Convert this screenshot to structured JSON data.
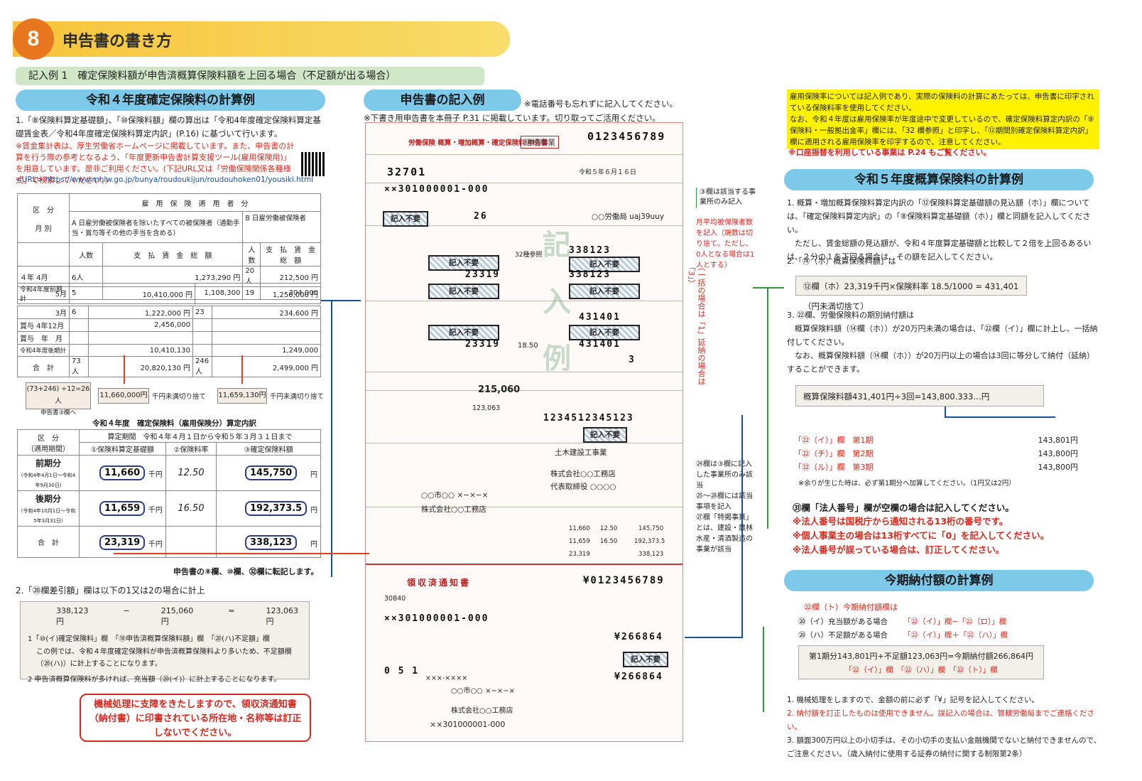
{
  "header": {
    "number": "8",
    "title": "申告書の書き方"
  },
  "example_bar": "記入例 1　確定保険料額が申告済概算保険料額を上回る場合（不足額が出る場合）",
  "left": {
    "section_title": "令和４年度確定保険料の計算例",
    "item1": "1.「⑧保険料算定基礎額」、「⑩保険料額」欄の算出は「令和4年度確定保険料算定基礎賃金表／令和4年度確定保険料算定内訳」(P.16) に基づいて行います。",
    "item1_note": "※賃金集計表は、厚生労働省ホームページに掲載しています。また、申告書の計算を行う際の参考となるよう、「年度更新申告書計算支援ツール(雇用保険用)」を用意しています。是非ご利用ください。(下記URL又は「労働保険関係各種様式」で検索してください。)",
    "url": "<URL> https://www.mhlw.go.jp/bunya/roudoukijun/roudouhoken01/yousiki.html",
    "table1": {
      "header_kubun": "区　分",
      "header_group": "雇　用　保　険　適　用　者　分",
      "col_a": "A 日雇労働被保険者を除いたすべての被保険者（通勤手当・賞与等その他の手当を含める）",
      "col_b": "B 日雇労働被保険者",
      "month_label": "月 別",
      "ninzu": "人数",
      "payment_total": "支　払　賃　金　総　額",
      "rows": [
        {
          "label": "４年 4月",
          "a_n": "6人",
          "a_amt": "1,273,290 円",
          "b_n": "20人",
          "b_amt": "212,500 円"
        },
        {
          "label": "5月",
          "a_n": "5",
          "a_amt": "1,108,300",
          "b_n": "19",
          "b_amt": "204,000"
        }
      ],
      "first_half": {
        "label": "令和4年度前期計",
        "a": "10,410,000 円",
        "b": "1,250,000 円"
      },
      "rows2": [
        {
          "label": "3月",
          "a_n": "6",
          "a_amt": "1,222,000 円",
          "b_n": "23",
          "b_amt": "234,600 円"
        },
        {
          "label": "賞与 4年12月",
          "a_n": "",
          "a_amt": "2,456,000",
          "b_n": "",
          "b_amt": ""
        },
        {
          "label": "賞与　年　月",
          "a_n": "",
          "a_amt": "",
          "b_n": "",
          "b_amt": ""
        },
        {
          "label": "令和4年度後期計",
          "a_n": "",
          "a_amt": "10,410,130",
          "b_n": "",
          "b_amt": "1,249,000"
        },
        {
          "label": "合　計",
          "a_n": "73人",
          "a_amt": "20,820,130 円",
          "b_n": "246人",
          "b_amt": "2,499,000 円"
        }
      ]
    },
    "calc_people": "(73+246) ÷12=26人",
    "calc_people_sub": "申告書③欄へ",
    "calc_a": "11,660,000円",
    "calc_a_note": "千円未満切り捨て",
    "calc_b": "11,659,130円",
    "calc_b_note": "千円未満切り捨て",
    "table2": {
      "title": "令和４年度　確定保険料（雇用保険分）算定内訳",
      "h_kubun": "区　分\n（適用期間）",
      "h_period": "算定期間　令和４年４月１日から令和５年３月３１日まで",
      "h1": "①保険料算定基礎額",
      "h2": "②保険料率",
      "h3": "③確定保険料額",
      "rows": [
        {
          "label": "前期分",
          "sub": "(令和4年4月1日〜令和4年9月30日)",
          "base": "11,660",
          "unit": "千円",
          "rate": "12.50",
          "amt": "145,750",
          "unit2": "円"
        },
        {
          "label": "後期分",
          "sub": "(令和4年10月1日〜令和5年3月31日)",
          "base": "11,659",
          "unit": "千円",
          "rate": "16.50",
          "amt": "192,373.5",
          "unit2": "円"
        },
        {
          "label": "合　計",
          "sub": "",
          "base": "23,319",
          "unit": "千円",
          "rate": "",
          "amt": "338,123",
          "unit2": "円"
        }
      ]
    },
    "transfer_note": "申告書の⑧欄、⑩欄、㉜欄に転記します。",
    "item2": "2.「⑳欄差引額」欄は以下の1又は2の場合に計上",
    "calc2": {
      "a": "338,123円",
      "minus": "−",
      "b": "215,060円",
      "eq": "=",
      "c": "123,063円"
    },
    "calc2_l1": "1「⑩(イ)確定保険料」欄　「⑱申告済概算保険料額」欄　「⑳(ハ)不足額」欄",
    "calc2_l2": "この例では、令和４年度確定保険料が申告済概算保険料より多いため、不足額欄（⑳(ハ)）に計上することになります。",
    "calc2_l3": "2 申告済概算保険料が多ければ、充当額（⑳(イ)）に計上することになります。",
    "warning": "機械処理に支障をきたしますので、領収済通知書（納付書）に印書されている所在地・名称等は訂正しないでください。"
  },
  "center": {
    "section_title": "申告書の記入例",
    "note1": "※電話番号も忘れずに記入してください。",
    "note2": "※下書き用申告書を本冊子 P.31 に掲載しています。切り取ってご活用ください。",
    "form": {
      "top_title": "労働保険 概算・増加概算・確定保険料 申告書",
      "continuing": "継続事業",
      "number": "0123456789",
      "code": "32701",
      "insurance_no": "××301000001-000",
      "date": "令和５年６月１６日",
      "office": "○○労働局 uaj39uuy",
      "fill_none": "記入不要",
      "v1": "338123",
      "v2": "23319",
      "v3": "338123",
      "v4": "431401",
      "v5": "431401",
      "v6": "23319",
      "rate1": "32種参照",
      "rate2": "18.50",
      "people": "3",
      "prepaid": "215,060",
      "sub1": "123,063",
      "corp_no": "1234512345123",
      "company_kana": "土木建設工事業",
      "addr": "○○市○○ ×−×−×",
      "company": "株式会社○○工務店",
      "rep": "代表取締役 ○○○○",
      "r1": "11,660",
      "r2": "12.50",
      "r3": "145,750",
      "r4": "11,659",
      "r5": "16.50",
      "r6": "192,373.5",
      "r7": "23,319",
      "r8": "338,123",
      "receipt_title": "領収済通知書",
      "receipt_no": "¥0123456789",
      "receipt_code": "30840",
      "receipt_ins": "××301000001-000",
      "amt": "¥266864",
      "phone": "×××-××××",
      "date2": "0 5 1",
      "bottom_no": "××301000001-000",
      "watermark": "記入例"
    },
    "side_notes": {
      "n1": "③欄は該当する事業所のみ記入",
      "n2": "月平均被保険者数を記入（端数は切り捨て。ただし、0人となる場合は1人とする）",
      "n3": "（一括の場合は「1」延納の場合は「3」）",
      "n4": "㉔欄は③欄に記入した事業所のみ該当\n㉕〜㉘欄には該当事項を記入\n㉗欄「特掲事業」とは、建設・農林水産・清酒製造の事業が該当"
    }
  },
  "right": {
    "yellow_note": "雇用保険率については記入例であり、実際の保険料の計算にあたっては、申告書に印字されている保険料率を使用してください。\nなお、令和４年度は雇用保険率が年度途中で変更しているので、確定保険料算定内訳の「⑨保険料・一般拠出金率」欄には、「32 欄参照」と印字し、「⑫期間別確定保険料算定内訳」欄に適用される雇用保険率を印字するので、注意してください。",
    "red_note": "※口座振替を利用している事業は P.24 もご覧ください。",
    "section1": "令和５年度概算保険料の計算例",
    "item1": "1. 概算・増加概算保険料算定内訳の「⑫保険料算定基礎額の見込額（ホ）」欄については、「確定保険料算定内訳」の「⑧保険料算定基礎額（ホ）」欄と同額を記入してください。\n　ただし、賃金総額の見込額が、令和４年度算定基礎額と比較して２倍を上回るあるいは、２分の１を下回る場合は、その額を記入してください。",
    "item2": "2.「⑭（ホ）概算保険料額」は",
    "calc1": "⑫欄（ホ）23,319千円×保険料率 18.5/1000 = 431,401（円未満切捨て）",
    "item3": "3. ㉒欄、労働保険料の期別納付額は\n　概算保険料額（⑭欄（ホ））が20万円未満の場合は、「㉒欄（イ）」欄に計上し、一括納付してください。\n　なお、概算保険料額（⑭欄（ホ））が20万円以上の場合は3回に等分して納付（延納）することができます。",
    "calc2": "概算保険料額431,401円÷3回=143,800.333…円",
    "installments": [
      {
        "label": "「㉒（イ）」欄　第1期",
        "amt": "143,801円"
      },
      {
        "label": "「㉒（チ）」欄　第2期",
        "amt": "143,800円"
      },
      {
        "label": "「㉒（ル）」欄　第3期",
        "amt": "143,800円"
      }
    ],
    "remainder_note": "※余りが生じた時は、必ず第1期分へ加算してください。（1円又は2円）",
    "corp_note_title": "㉛欄「法人番号」欄が空欄の場合は記入してください。",
    "corp_notes": [
      "※法人番号は国税庁から通知される13桁の番号です。",
      "※個人事業主の場合は13桁すべてに「0」を記入してください。",
      "※法人番号が誤っている場合は、訂正してください。"
    ],
    "section2": "今期納付額の計算例",
    "pay_title": "㉒欄（ト）今期納付額欄は",
    "pay_rows": [
      {
        "label": "⑳（イ）充当額がある場合",
        "formula": "「㉒（イ）」欄−「㉒（ロ）」欄"
      },
      {
        "label": "⑳（ハ）不足額がある場合",
        "formula": "「㉒（イ）」欄＋「㉒（ハ）」欄"
      }
    ],
    "pay_calc": "第1期分143,801円+不足額123,063円=今期納付額266,864円",
    "pay_calc_sub": "「㉒（イ）」欄　「㉒（ハ）」欄　「㉒（ト）」欄",
    "final_notes": [
      "1. 機械処理をしますので、金額の前に必ず「¥」記号を記入してください。",
      "2. 納付額を訂正したものは使用できません。誤記入の場合は、管轄労働局までご連絡ください。",
      "3. 額面300万円以上の小切手は、その小切手の支払い金融機関でないと納付できませんので、ご注意ください。（歳入納付に使用する証券の納付に関する制限第2条）"
    ]
  },
  "colors": {
    "orange": "#e8761e",
    "yellow": "#f7c43a",
    "blue_pill": "#7dc9ea",
    "green_bar": "#cfe7c6",
    "red": "#d8281e",
    "arrow_blue": "#1a4fa0",
    "arrow_green": "#2c9a3a"
  }
}
